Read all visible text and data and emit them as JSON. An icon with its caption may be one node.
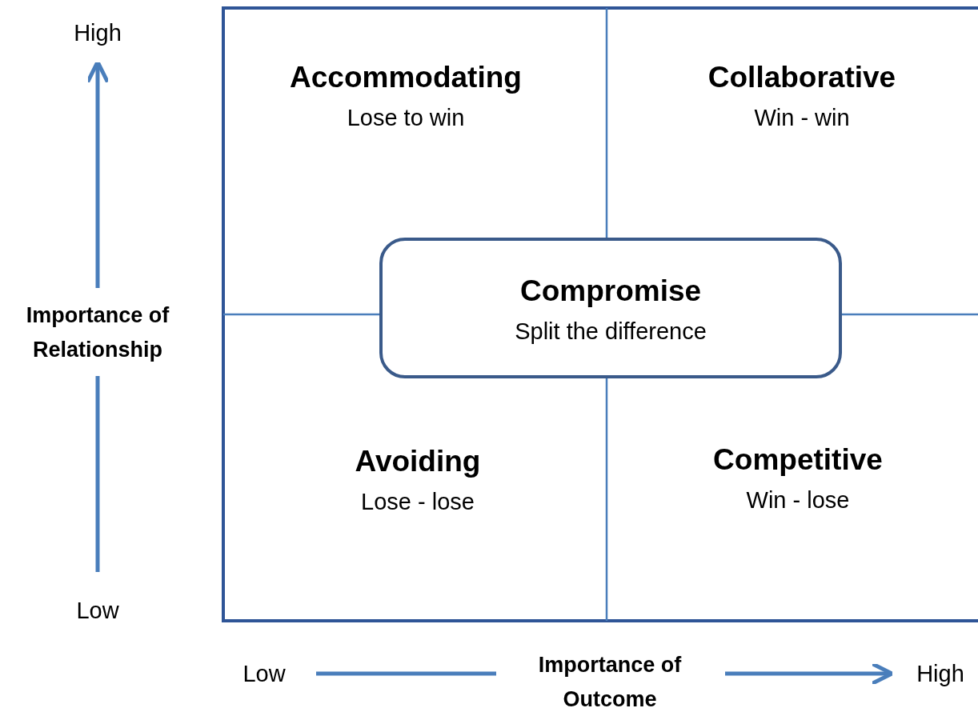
{
  "diagram": {
    "nodes": [
      {
        "text": [
          "Accommodating",
          "Lose to win"
        ]
      },
      {
        "text": [
          "Collaborative",
          "Win - win"
        ]
      },
      {
        "text": [
          "Compromise",
          "Split the difference"
        ]
      },
      {
        "text": [
          "Avoiding",
          "Lose - lose"
        ]
      },
      {
        "text": [
          "Competitive",
          "Win - lose"
        ]
      }
    ],
    "labels": [
      "High",
      "Importance of Relationship",
      "Low",
      "Low",
      "Importance of Outcome",
      "High"
    ]
  }
}
